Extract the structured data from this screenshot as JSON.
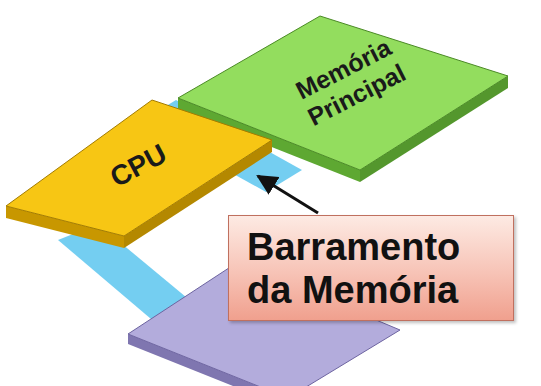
{
  "diagram": {
    "nodes": [
      {
        "text": [
          "Memória Principal"
        ]
      },
      {
        "text": [
          "CPU"
        ]
      },
      {
        "text": [
          "Barramento da Memória"
        ]
      }
    ]
  }
}
